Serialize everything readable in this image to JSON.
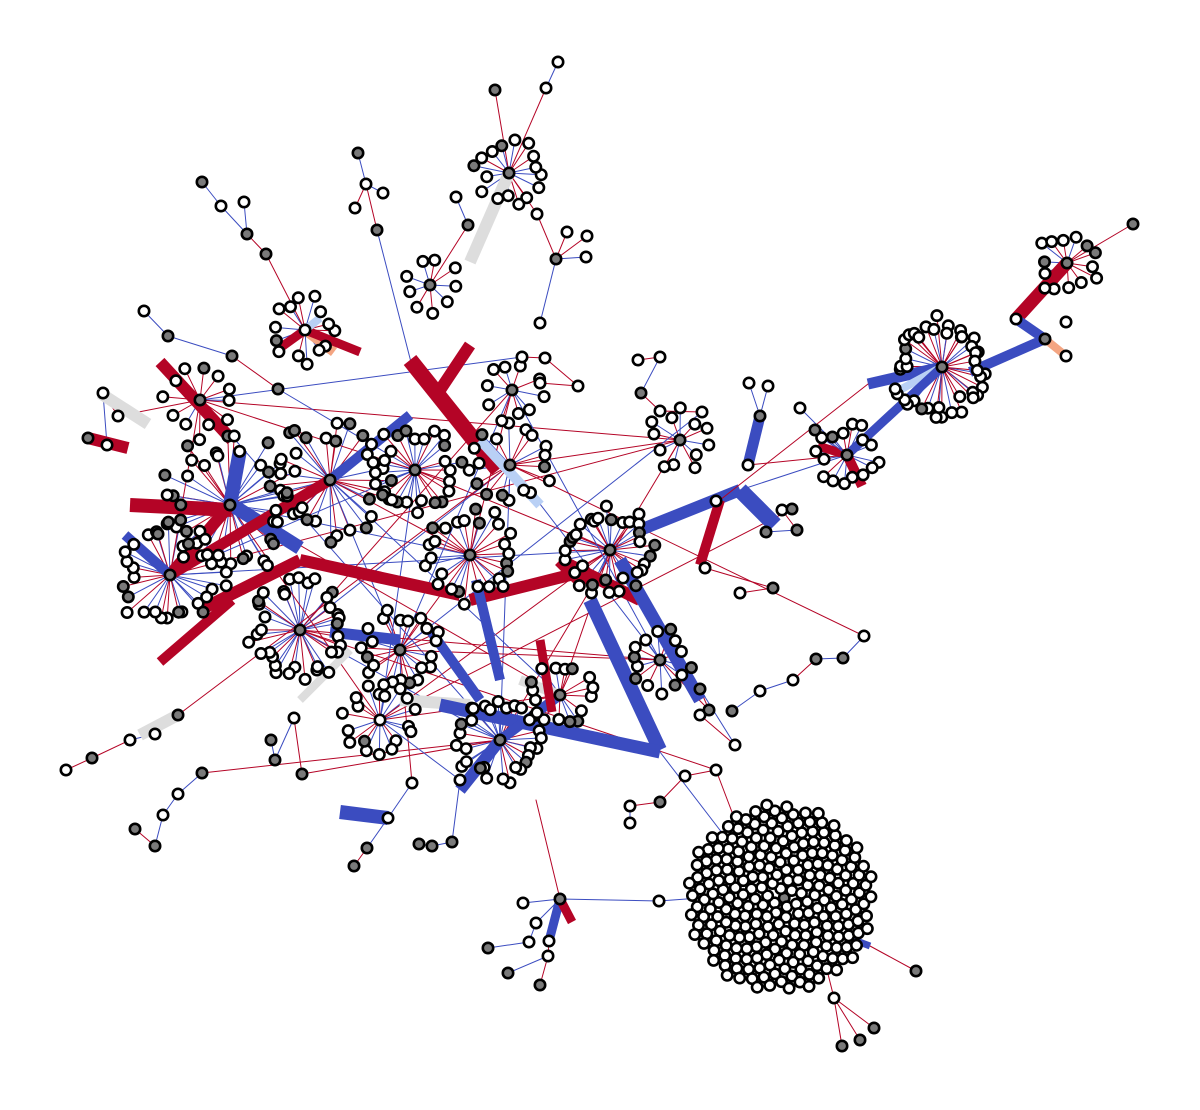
{
  "network": {
    "type": "network-graph",
    "title": "",
    "node_fill": {
      "hub": "#7a7a7a",
      "leaf": "#ffffff"
    },
    "node_stroke": "#000000",
    "edge_colors": {
      "positive_strong": "#b40426",
      "positive_light": "#f4a582",
      "neutral": "#dddddd",
      "negative_light": "#b9d0f5",
      "negative_strong": "#3b4cc0"
    },
    "thin_edge_colors": [
      "#3b4cc0",
      "#b40426"
    ],
    "components": [
      "dense-cluster",
      "periphery-tree",
      "main-network"
    ]
  }
}
